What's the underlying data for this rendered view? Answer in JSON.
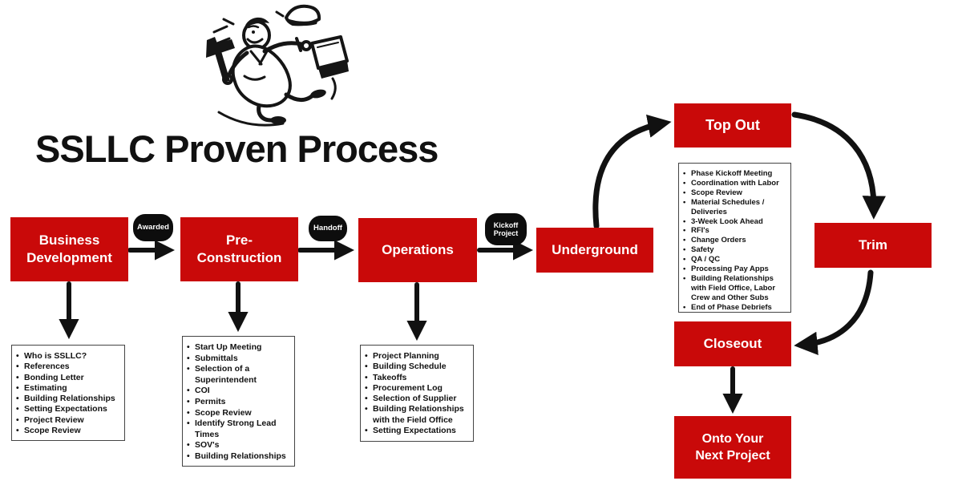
{
  "title": "SSLLC Proven Process",
  "colors": {
    "stage_red": "#c90909",
    "pill_black": "#0d0d0d",
    "arrow_black": "#111111"
  },
  "mascot": {
    "description": "running plumber cartoon with pipe wrench, flying hat and tool bag"
  },
  "stages": [
    {
      "id": "business-development",
      "label": "Business Development"
    },
    {
      "id": "pre-construction",
      "label": "Pre-Construction"
    },
    {
      "id": "operations",
      "label": "Operations"
    },
    {
      "id": "underground",
      "label": "Underground"
    },
    {
      "id": "top-out",
      "label": "Top Out"
    },
    {
      "id": "trim",
      "label": "Trim"
    },
    {
      "id": "closeout",
      "label": "Closeout"
    },
    {
      "id": "next-project",
      "label": "Onto Your Next Project"
    }
  ],
  "connectors": [
    {
      "label": "Awarded"
    },
    {
      "label": "Handoff"
    },
    {
      "label": "Kickoff Project"
    }
  ],
  "lists": {
    "business_development": {
      "items": [
        "Who is SSLLC?",
        "References",
        "Bonding Letter",
        "Estimating",
        "Building Relationships",
        "Setting Expectations",
        "Project Review",
        "Scope Review"
      ]
    },
    "pre_construction": {
      "items": [
        "Start Up Meeting",
        "Submittals",
        "Selection of a Superintendent",
        "COI",
        "Permits",
        "Scope Review",
        "Identify Strong Lead Times",
        "SOV's",
        "Building Relationships"
      ]
    },
    "operations": {
      "items": [
        "Project Planning",
        "Building Schedule",
        "Takeoffs",
        "Procurement Log",
        "Selection of Supplier",
        "Building Relationships with the Field Office",
        "Setting Expectations"
      ]
    },
    "phase_cycle": {
      "items": [
        "Phase Kickoff Meeting",
        "Coordination with Labor",
        "Scope Review",
        "Material Schedules / Deliveries",
        "3-Week Look Ahead",
        "RFI's",
        "Change Orders",
        "Safety",
        "QA / QC",
        "Processing Pay Apps",
        "Building Relationships with Field Office, Labor Crew and Other Subs",
        "End of Phase Debriefs"
      ]
    }
  }
}
